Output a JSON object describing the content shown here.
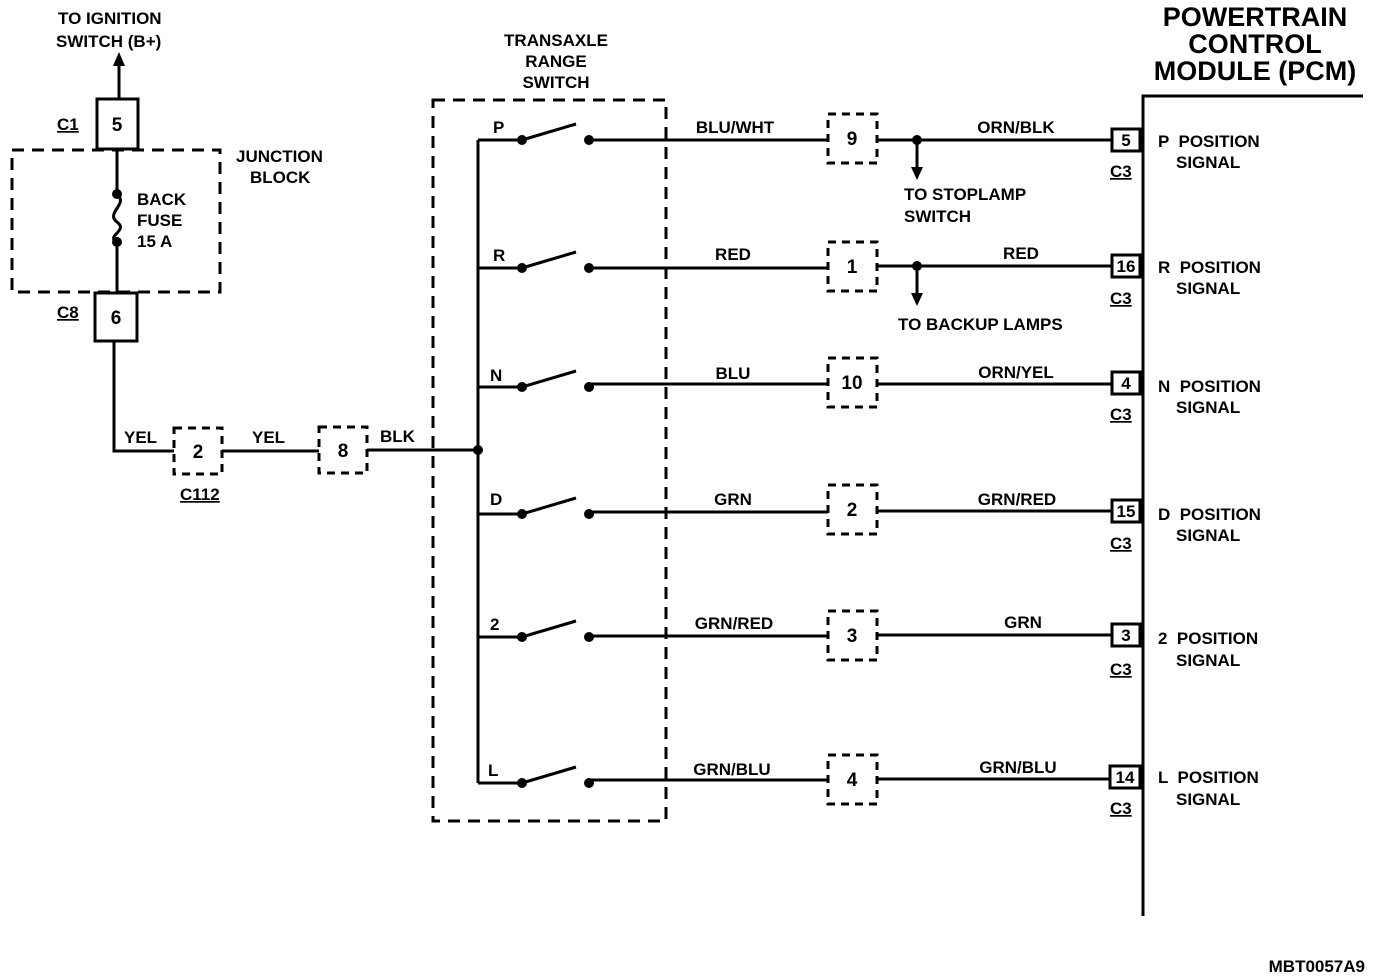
{
  "ignition_label": [
    "TO IGNITION",
    "SWITCH (B+)"
  ],
  "junction_block": {
    "label": [
      "JUNCTION",
      "BLOCK"
    ],
    "top_connector": {
      "id": "C1",
      "pin": "5"
    },
    "bottom_connector": {
      "id": "C8",
      "pin": "6"
    },
    "fuse_label": [
      "BACK",
      "FUSE",
      "15 A"
    ]
  },
  "feed": {
    "wire1": "YEL",
    "inline1": {
      "pin": "2",
      "connector": "C112"
    },
    "wire2": "YEL",
    "inline2": {
      "pin": "8"
    },
    "wire3": "BLK"
  },
  "switch_label": [
    "TRANSAXLE",
    "RANGE",
    "SWITCH"
  ],
  "pcm_label": [
    "POWERTRAIN",
    "CONTROL",
    "MODULE (PCM)"
  ],
  "circuits": [
    {
      "pos": "P",
      "wire_left": "BLU/WHT",
      "inline_pin": "9",
      "wire_right": "ORN/BLK",
      "pcm_pin": "5",
      "pcm_conn": "C3",
      "signal": [
        "P  POSITION",
        "SIGNAL"
      ],
      "branch": [
        "TO STOPLAMP",
        "SWITCH"
      ]
    },
    {
      "pos": "R",
      "wire_left": "RED",
      "inline_pin": "1",
      "wire_right": "RED",
      "pcm_pin": "16",
      "pcm_conn": "C3",
      "signal": [
        "R  POSITION",
        "SIGNAL"
      ],
      "branch": [
        "TO BACKUP LAMPS"
      ]
    },
    {
      "pos": "N",
      "wire_left": "BLU",
      "inline_pin": "10",
      "wire_right": "ORN/YEL",
      "pcm_pin": "4",
      "pcm_conn": "C3",
      "signal": [
        "N  POSITION",
        "SIGNAL"
      ]
    },
    {
      "pos": "D",
      "wire_left": "GRN",
      "inline_pin": "2",
      "wire_right": "GRN/RED",
      "pcm_pin": "15",
      "pcm_conn": "C3",
      "signal": [
        "D  POSITION",
        "SIGNAL"
      ]
    },
    {
      "pos": "2",
      "wire_left": "GRN/RED",
      "inline_pin": "3",
      "wire_right": "GRN",
      "pcm_pin": "3",
      "pcm_conn": "C3",
      "signal": [
        "2  POSITION",
        "SIGNAL"
      ]
    },
    {
      "pos": "L",
      "wire_left": "GRN/BLU",
      "inline_pin": "4",
      "wire_right": "GRN/BLU",
      "pcm_pin": "14",
      "pcm_conn": "C3",
      "signal": [
        "L  POSITION",
        "SIGNAL"
      ]
    }
  ],
  "figure_code": "MBT0057A9"
}
